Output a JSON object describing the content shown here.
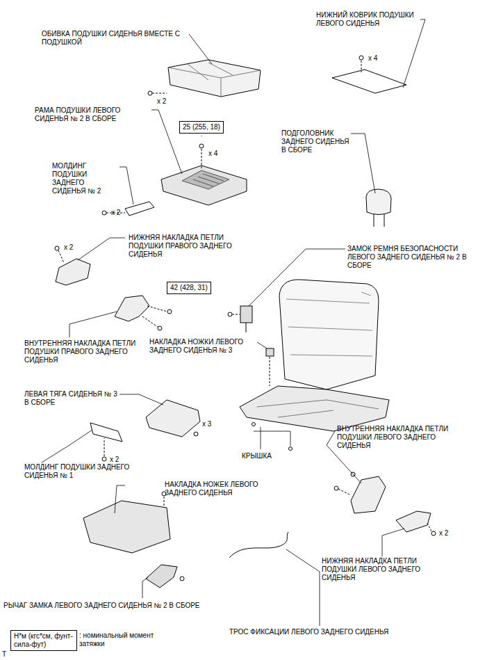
{
  "diagram": {
    "nodes": [
      {
        "text": [
          "25 (255, 18)"
        ]
      },
      {
        "text": [
          "42 (428, 31)"
        ]
      },
      {
        "text": [
          "Н*м (кгс*см, фунт-сила-фут)"
        ]
      }
    ],
    "edges": [],
    "labels": [
      "НИЖНИЙ КОВРИК ПОДУШКИ ЛЕВОГО СИДЕНЬЯ",
      "x 4",
      "ОБИВКА ПОДУШКИ СИДЕНЬЯ ВМЕСТЕ С ПОДУШКОЙ",
      "x 2",
      "РАМА ПОДУШКИ ЛЕВОГО СИДЕНЬЯ № 2 В СБОРЕ",
      "x 4",
      "ПОДГОЛОВНИК ЗАДНЕГО СИДЕНЬЯ В СБОРЕ",
      "МОЛДИНГ ПОДУШКИ ЗАДНЕГО СИДЕНЬЯ № 2",
      "x 2",
      "НИЖНЯЯ НАКЛАДКА ПЕТЛИ ПОДУШКИ ПРАВОГО ЗАДНЕГО СИДЕНЬЯ",
      "x 2",
      "ЗАМОК РЕМНЯ БЕЗОПАСНОСТИ ЛЕВОГО ЗАДНЕГО СИДЕНЬЯ № 2 В СБОРЕ",
      "ВНУТРЕННЯЯ НАКЛАДКА ПЕТЛИ ПОДУШКИ ПРАВОГО ЗАДНЕГО СИДЕНЬЯ",
      "НАКЛАДКА НОЖКИ ЛЕВОГО ЗАДНЕГО СИДЕНЬЯ № 3",
      "ЛЕВАЯ ТЯГА СИДЕНЬЯ № 3 В СБОРЕ",
      "x 3",
      "ВНУТРЕННЯЯ НАКЛАДКА ПЕТЛИ ПОДУШКИ ЛЕВОГО ЗАДНЕГО СИДЕНЬЯ",
      "КРЫШКА",
      "x 2",
      "МОЛДИНГ ПОДУШКИ ЗАДНЕГО СИДЕНЬЯ № 1",
      "НАКЛАДКА НОЖЕК ЛЕВОГО ЗАДНЕГО СИДЕНЬЯ",
      "x 2",
      "НИЖНЯЯ НАКЛАДКА ПЕТЛИ ПОДУШКИ ЛЕВОГО ЗАДНЕГО СИДЕНЬЯ",
      "РЫЧАГ ЗАМКА ЛЕВОГО ЗАДНЕГО СИДЕНЬЯ № 2 В СБОРЕ",
      "ТРОС ФИКСАЦИИ ЛЕВОГО ЗАДНЕГО СИДЕНЬЯ",
      ": номинальный момент затяжки",
      "T"
    ]
  }
}
